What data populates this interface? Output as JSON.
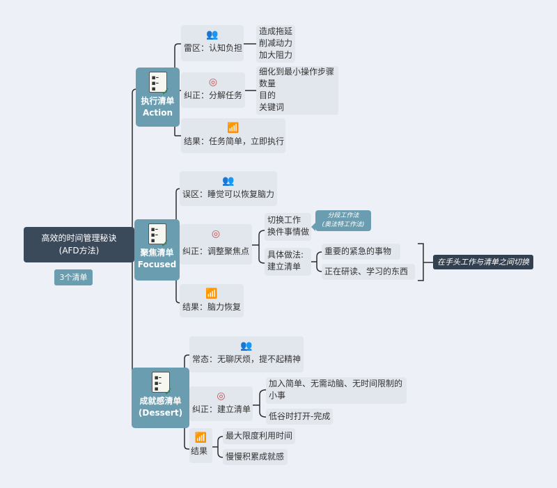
{
  "root": {
    "line1": "高效的时间管理秘诀",
    "line2": "(AFD方法)",
    "tag": "3个清单"
  },
  "branches": [
    {
      "line1": "执行清单",
      "line2": "Action",
      "items": [
        {
          "icon": "people-icon",
          "label": "雷区：认知负担",
          "details": [
            "造成拖延",
            "削减动力",
            "加大阻力"
          ]
        },
        {
          "icon": "target-icon",
          "label": "纠正：分解任务",
          "details": [
            "细化到最小操作步骤",
            "数量",
            "目的",
            "关键词"
          ]
        },
        {
          "icon": "bar-chart-icon",
          "label": "结果：任务简单，立即执行"
        }
      ]
    },
    {
      "line1": "聚焦清单",
      "line2": "Focused",
      "items": [
        {
          "icon": "people-icon",
          "label": "误区：睡觉可以恢复脑力"
        },
        {
          "icon": "target-icon",
          "label": "纠正：调整聚焦点",
          "sub": [
            {
              "lines": [
                "切换工作",
                "换件事情做"
              ],
              "callout": [
                "分段工作法",
                "(奥法特工作法)"
              ]
            },
            {
              "lines": [
                "具体做法:",
                "建立清单"
              ],
              "children": [
                "重要的紧急的事物",
                "正在研读、学习的东西"
              ],
              "summary": "在手头工作与清单之间切换"
            }
          ]
        },
        {
          "icon": "bar-chart-icon",
          "label": "结果：脑力恢复"
        }
      ]
    },
    {
      "line1": "成就感清单",
      "line2": "(Dessert)",
      "items": [
        {
          "icon": "people-icon",
          "label": "常态：无聊厌烦，提不起精神"
        },
        {
          "icon": "target-icon",
          "label": "纠正：建立清单",
          "details": [
            "加入简单、无需动脑、无时间限制的",
            "小事",
            "低谷时打开-完成"
          ]
        },
        {
          "icon": "bar-chart-icon",
          "label": "结果",
          "details": [
            "最大限度利用时间",
            "慢慢积累成就感"
          ]
        }
      ]
    }
  ],
  "colors": {
    "background": "#edf1f7",
    "branch": "#6b9db1",
    "root": "#3b4a5b",
    "node": "#e2e6ed"
  }
}
